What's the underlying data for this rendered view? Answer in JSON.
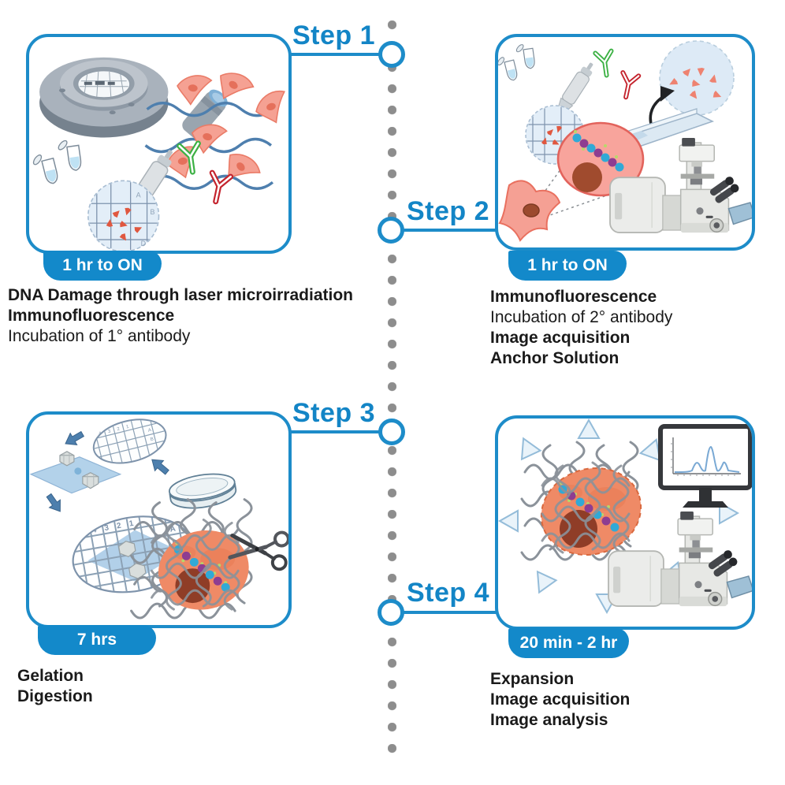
{
  "colors": {
    "accent_blue": "#1385c6",
    "panel_border_blue": "#1d8cc9",
    "badge_blue": "#1389ca",
    "timeline_dot_gray": "#8d8d8d",
    "cell_salmon": "#f5a193",
    "gel_cell_coral": "#ef8a66",
    "nucleus_brown": "#8f3d27",
    "dna_cyan": "#31a9d6",
    "dna_purple": "#8e3d91",
    "antibody_green": "#3cb144",
    "antibody_red": "#c4242e",
    "mesh_gray": "#8b929a",
    "text_black": "#1a1a1a"
  },
  "steps": [
    {
      "label": "Step 1",
      "badge": "1 hr to ON",
      "lines": [
        {
          "text": "DNA Damage through laser microirradiation",
          "bold": true
        },
        {
          "text": "Immunofluorescence",
          "bold": true
        },
        {
          "text": "Incubation of 1° antibody",
          "bold": false
        }
      ]
    },
    {
      "label": "Step 2",
      "badge": "1 hr to ON",
      "lines": [
        {
          "text": "Immunofluorescence",
          "bold": true
        },
        {
          "text": "Incubation of 2° antibody",
          "bold": false
        },
        {
          "text": "Image acquisition",
          "bold": true
        },
        {
          "text": "Anchor Solution",
          "bold": true
        }
      ]
    },
    {
      "label": "Step 3",
      "badge": "7 hrs",
      "lines": [
        {
          "text": "Gelation",
          "bold": true
        },
        {
          "text": "Digestion",
          "bold": true
        }
      ]
    },
    {
      "label": "Step 4",
      "badge": "20 min - 2 hr",
      "lines": [
        {
          "text": "Expansion",
          "bold": true
        },
        {
          "text": "Image acquisition",
          "bold": true
        },
        {
          "text": "Image analysis",
          "bold": true
        }
      ]
    }
  ],
  "icons": {
    "step1": [
      "imaging-chamber",
      "laser-objective",
      "cells-with-laser-tracks",
      "microtubes",
      "pipette",
      "antibody-green",
      "antibody-red",
      "gridded-dish-with-cells"
    ],
    "step2": [
      "microtubes",
      "pipette",
      "antibody-green",
      "antibody-red",
      "gridded-dish-with-cells",
      "coverslip-inset-with-cells",
      "curved-arrow",
      "microscope-slide",
      "cell-with-nucleus-zoom",
      "dna-with-fluorophores",
      "confocal-microscope"
    ],
    "step3": [
      "transfer-arrows",
      "gridded-coverslip-small",
      "blue-sheet-with-gel-pieces",
      "petri-dish",
      "gridded-coverslip-large",
      "polymer-mesh",
      "gel-embedded-cell",
      "scissors"
    ],
    "step4": [
      "expansion-arrows",
      "expanded-gel-embedded-cell",
      "polymer-mesh",
      "monitor-with-intensity-plot",
      "confocal-microscope"
    ]
  }
}
